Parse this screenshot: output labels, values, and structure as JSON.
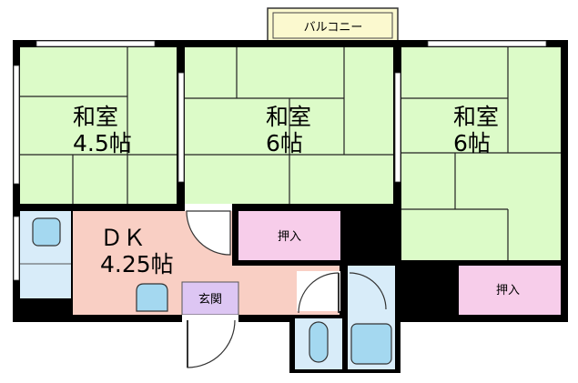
{
  "rooms": {
    "washitsu_left": {
      "name": "和室",
      "size": "4.5帖"
    },
    "washitsu_center": {
      "name": "和室",
      "size": "6帖"
    },
    "washitsu_right": {
      "name": "和室",
      "size": "6帖"
    },
    "dk": {
      "name": "ＤＫ",
      "size": "4.25帖"
    },
    "oshiire_center": {
      "name": "押入"
    },
    "oshiire_right": {
      "name": "押入"
    },
    "genkan": {
      "name": "玄関"
    },
    "balcony": {
      "name": "バルコニー"
    }
  },
  "colors": {
    "tatami": "#dcfbc8",
    "tatami_line": "#222222",
    "dk_floor": "#f9cfc4",
    "closet": "#f7cdea",
    "genkan": "#ddc6f3",
    "wet_area": "#d8ecf9",
    "fixture": "#a4d8f0",
    "wall": "#000000",
    "balcony": "#fbf9cf"
  }
}
